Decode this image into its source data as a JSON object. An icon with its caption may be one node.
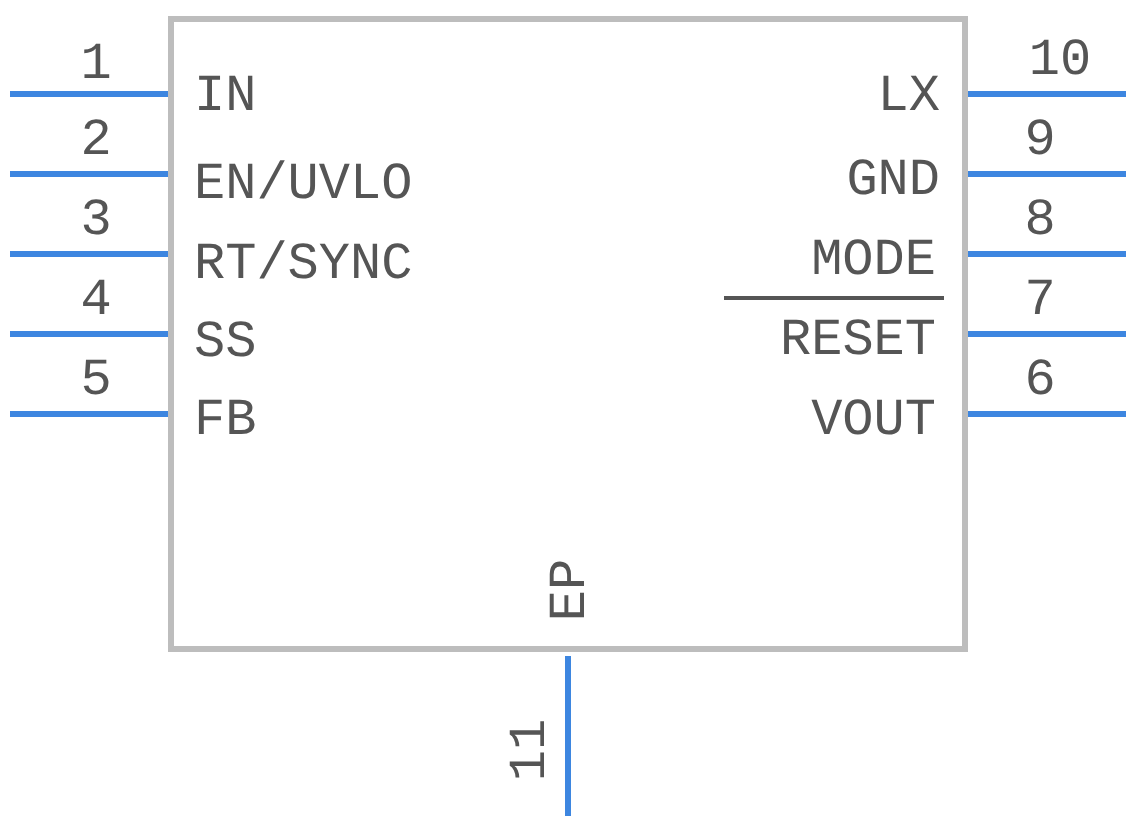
{
  "diagram": {
    "nodes": [
      {
        "text": [],
        "shape": "box"
      }
    ],
    "edges": [],
    "labels": [
      "1",
      "IN",
      "LX",
      "10",
      "2",
      "EN/UVLO",
      "GND",
      "9",
      "3",
      "RT/SYNC",
      "MODE",
      "8",
      "4",
      "SS",
      "RESET",
      "7",
      "5",
      "FB",
      "VOUT",
      "6",
      "EP",
      "11"
    ]
  }
}
